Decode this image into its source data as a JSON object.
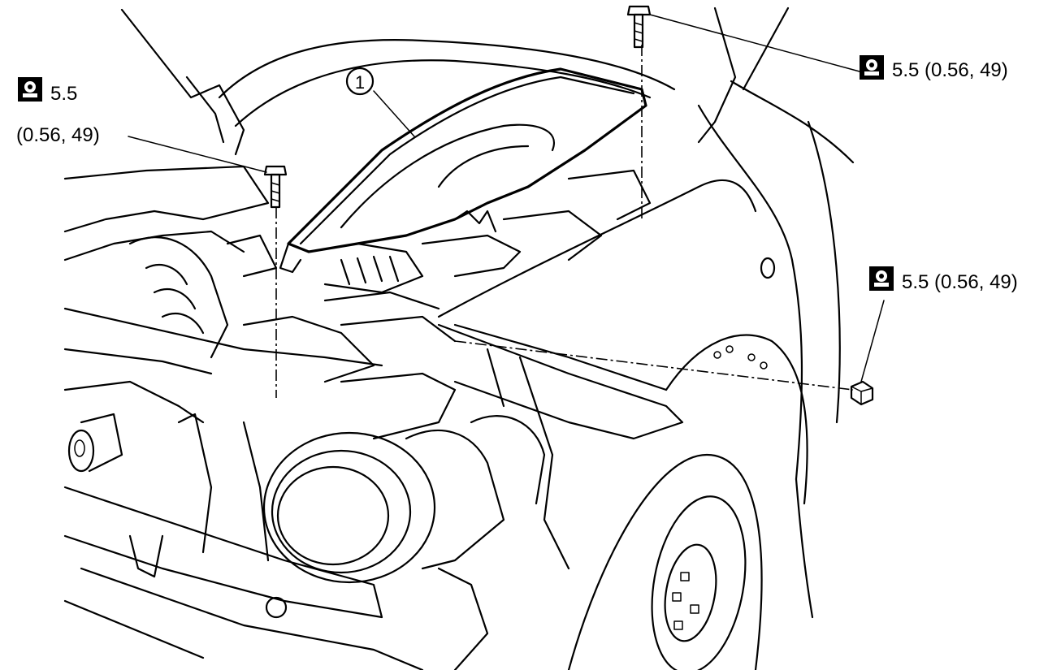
{
  "callout": {
    "number": "1"
  },
  "torque_labels": {
    "top_left_value": "5.5",
    "top_left_units": "(0.56, 49)",
    "top_right": "5.5 (0.56, 49)",
    "right": "5.5 (0.56, 49)"
  },
  "icons": {
    "torque": "torque-wrench-icon"
  }
}
